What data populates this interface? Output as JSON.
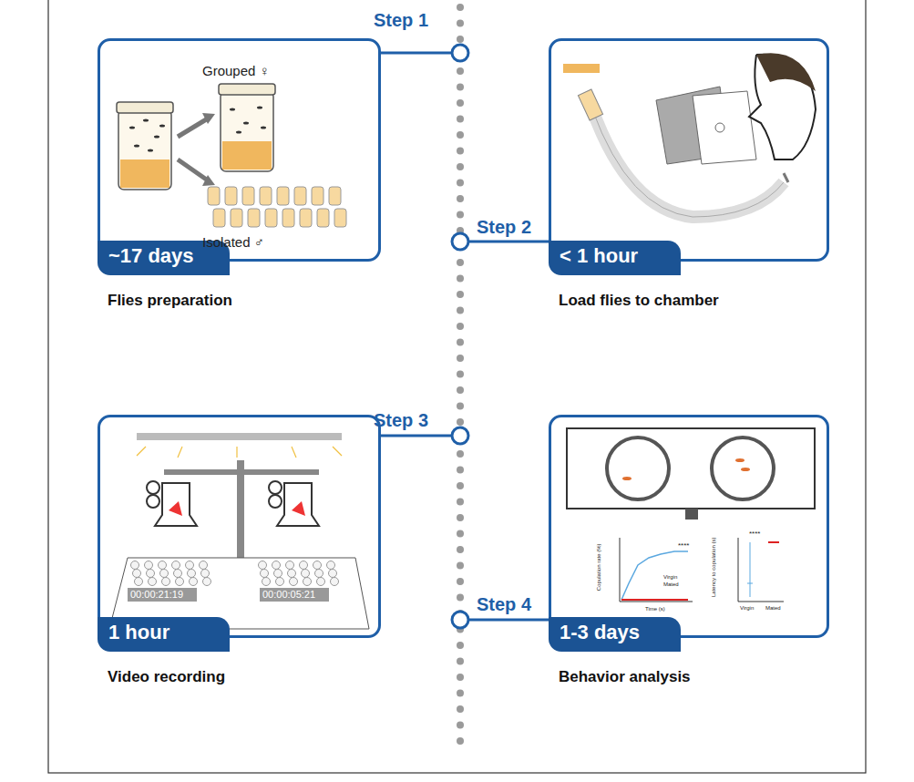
{
  "diagram": {
    "nodes": [
      {
        "text": [
          "Step 1",
          "~17 days",
          "Flies preparation"
        ]
      },
      {
        "text": [
          "Step 2",
          "< 1 hour",
          "Load flies to chamber"
        ]
      },
      {
        "text": [
          "Step 3",
          "1 hour",
          "Video recording"
        ]
      },
      {
        "text": [
          "Step 4",
          "1-3 days",
          "Behavior analysis"
        ]
      }
    ],
    "labels": [
      "Grouped ♀",
      "Isolated ♂",
      "00:00:21:19",
      "00:00:05:21",
      "Virgin",
      "Mated",
      "****",
      "****",
      "Copulation rate (%)",
      "Time (s)",
      "Latency to copulation (s)",
      "Virgin",
      "Mated"
    ]
  }
}
